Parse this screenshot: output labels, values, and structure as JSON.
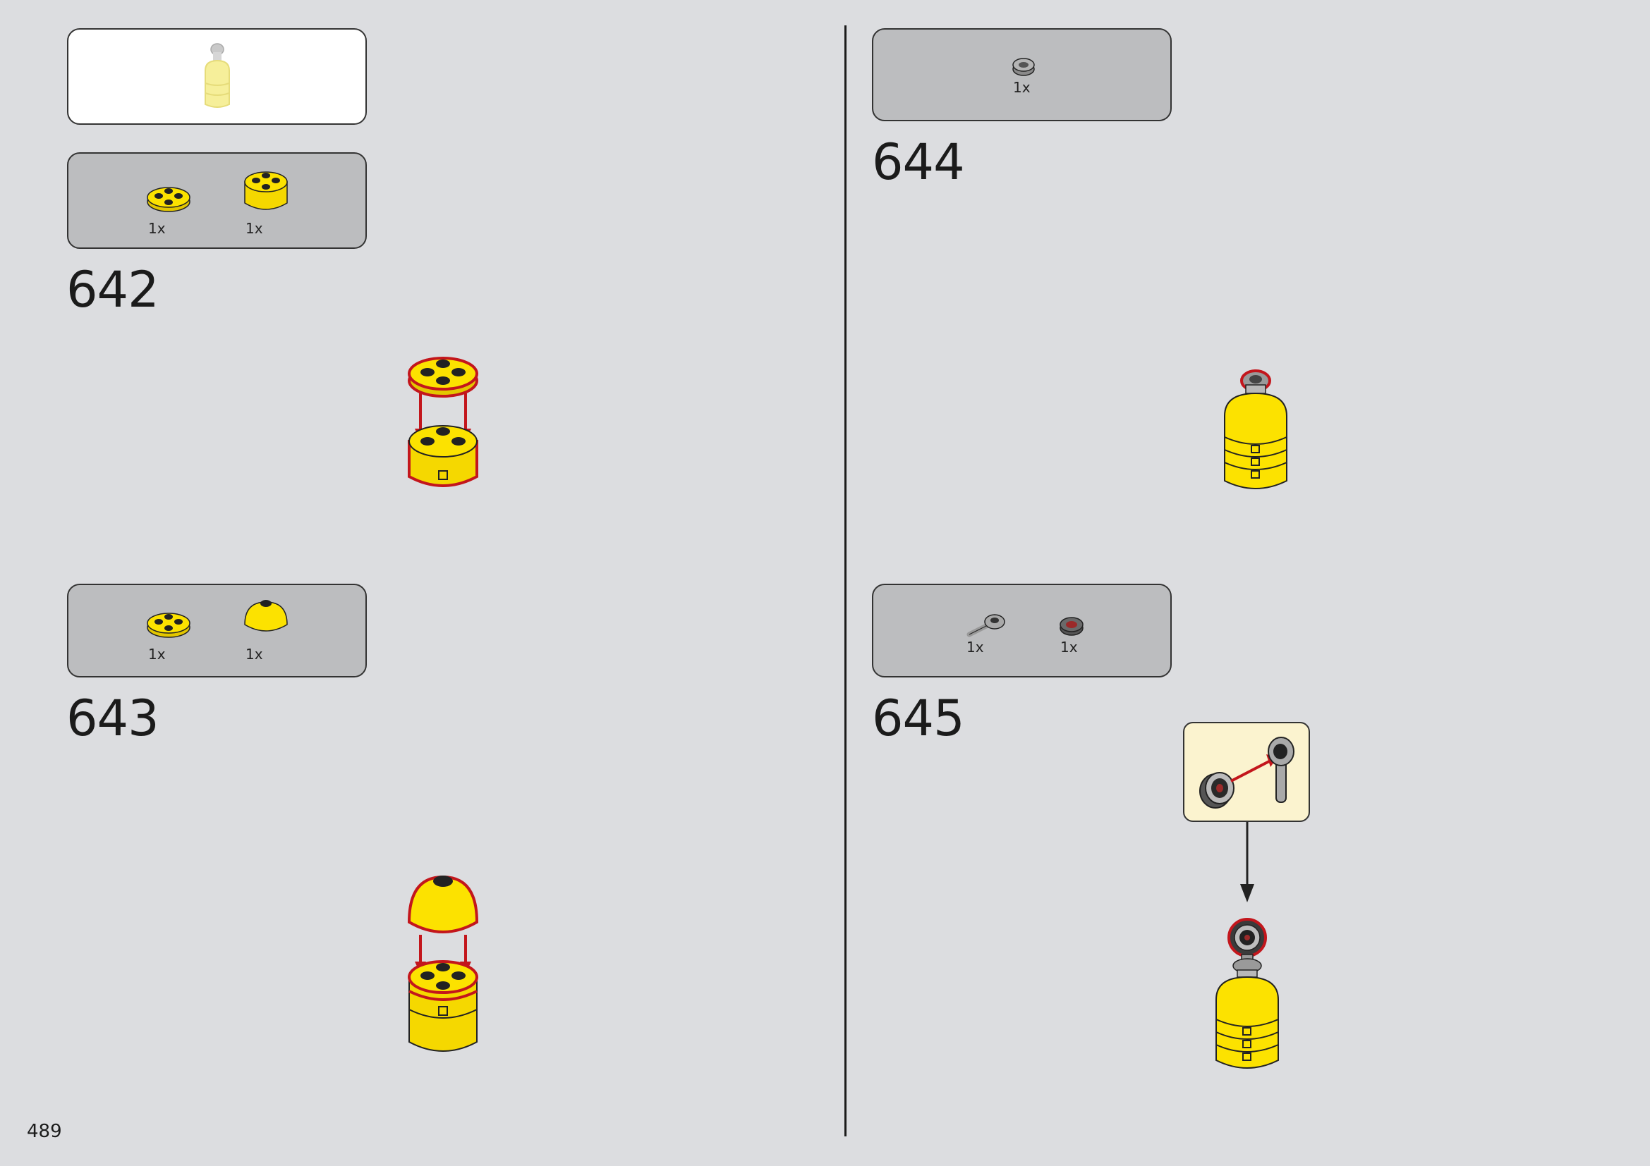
{
  "page": {
    "number": "489"
  },
  "steps": [
    {
      "number": "642",
      "parts": [
        {
          "qty": "1x"
        },
        {
          "qty": "1x"
        }
      ]
    },
    {
      "number": "643",
      "parts": [
        {
          "qty": "1x"
        },
        {
          "qty": "1x"
        }
      ]
    },
    {
      "number": "644",
      "parts": [
        {
          "qty": "1x"
        }
      ]
    },
    {
      "number": "645",
      "parts": [
        {
          "qty": "1x"
        },
        {
          "qty": "1x"
        }
      ]
    }
  ],
  "colors": {
    "brick_yellow": "#fce200",
    "highlight_red": "#c3161c",
    "parts_box": "#bcbdbf",
    "page_bg": "#dcdde0",
    "callout": "#fbf3cf"
  }
}
